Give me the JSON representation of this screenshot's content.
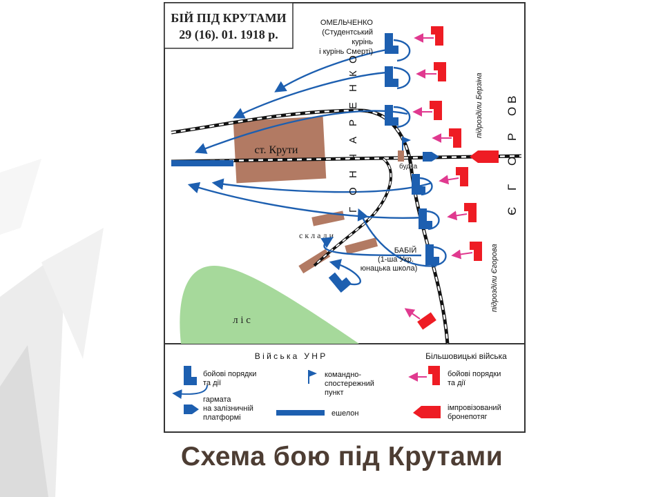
{
  "map": {
    "title_line1": "БІЙ ПІД КРУТАМИ",
    "title_line2": "29 (16). 01. 1918 р.",
    "station": "ст. Крути",
    "booth": "будка",
    "warehouses": "с к л а д и",
    "forest": "л і с",
    "goncharenko": [
      "Г",
      "О",
      "Н",
      "Ч",
      "А",
      "Р",
      "Е",
      "Н",
      "К",
      "О"
    ],
    "egorov": [
      "Є",
      "Г",
      "О",
      "Р",
      "О",
      "В"
    ],
    "berzin_units": "підрозділи Берзіна",
    "egorov_units": "підрозділи Єгорова",
    "omelchenko": [
      "ОМЕЛЬЧЕНКО",
      "(Студентський",
      "курінь",
      "і курінь Смерті)"
    ],
    "babiy": [
      "БАБІЙ",
      "(1-ша Укр.",
      "юнацька школа)"
    ]
  },
  "legend": {
    "unr_header": "В і й с ь к а   У Н Р",
    "bolshevik_header": "Більшовицькі війська",
    "battle_order": [
      "бойові порядки",
      "та дії"
    ],
    "command_post": [
      "командно-",
      "спостережний",
      "пункт"
    ],
    "rail_gun": [
      "гармата",
      "на залізничній",
      "платформі"
    ],
    "echelon": "ешелон",
    "red_battle_order": [
      "бойові порядки",
      "та дії"
    ],
    "armored_train": [
      "імпровізований",
      "бронепотяг"
    ]
  },
  "colors": {
    "unr_blue": "#1d5fb0",
    "bolshevik_red": "#ee1c24",
    "bolshevik_arrow": "#e0398f",
    "station_brown": "#b27a63",
    "forest_green": "#a6d99b"
  },
  "caption": "Схема бою під Крутами"
}
